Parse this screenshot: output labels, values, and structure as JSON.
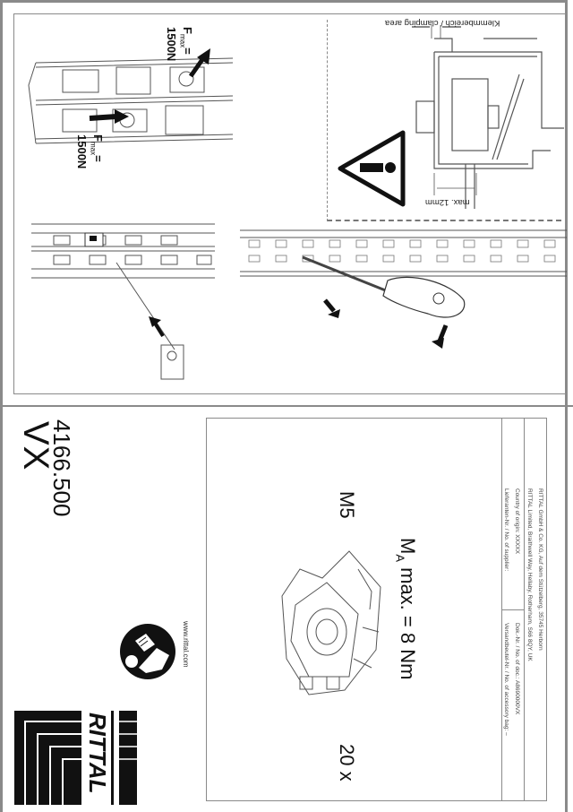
{
  "document": {
    "product_line": "VX",
    "part_number": "4166.500",
    "brand": "RITTAL",
    "website": "www.rittal.com"
  },
  "contents": {
    "quantity": "20 x",
    "thread_size": "M5",
    "torque_label_prefix": "M",
    "torque_label_sub": "A",
    "torque_label_value": " max. = 8 Nm"
  },
  "footer": {
    "doc_no": "Dok.-Nr. / No. of doc.: A8690000VX",
    "accessory_bag": "Versandbeutel-Nr. / No. of accessory bag: –",
    "country_of_origin": "Country of origin: XXXXX",
    "supplier_no": "Lieferanten-Nr. / No. of supplier:",
    "address_de": "RITTAL GmbH & Co. KG, Auf dem Stützelberg, 35745 Herborn",
    "address_uk": "RITTAL Limited, Braithwell Way, Hellaby, Rotherham, S66 8QY, UK"
  },
  "diagrams": {
    "force_left": {
      "prefix": "F",
      "sub": "max",
      "eq": "=",
      "value": "1500N"
    },
    "force_right": {
      "prefix": "F",
      "sub": "max",
      "eq": "=",
      "value": "1500N"
    },
    "clamping_label": "Klemmbereich / clamping area",
    "max_thickness_label": "max. 12mm"
  },
  "colors": {
    "frame": "#8a8a8a",
    "ink": "#111111",
    "line_art": "#555555"
  }
}
